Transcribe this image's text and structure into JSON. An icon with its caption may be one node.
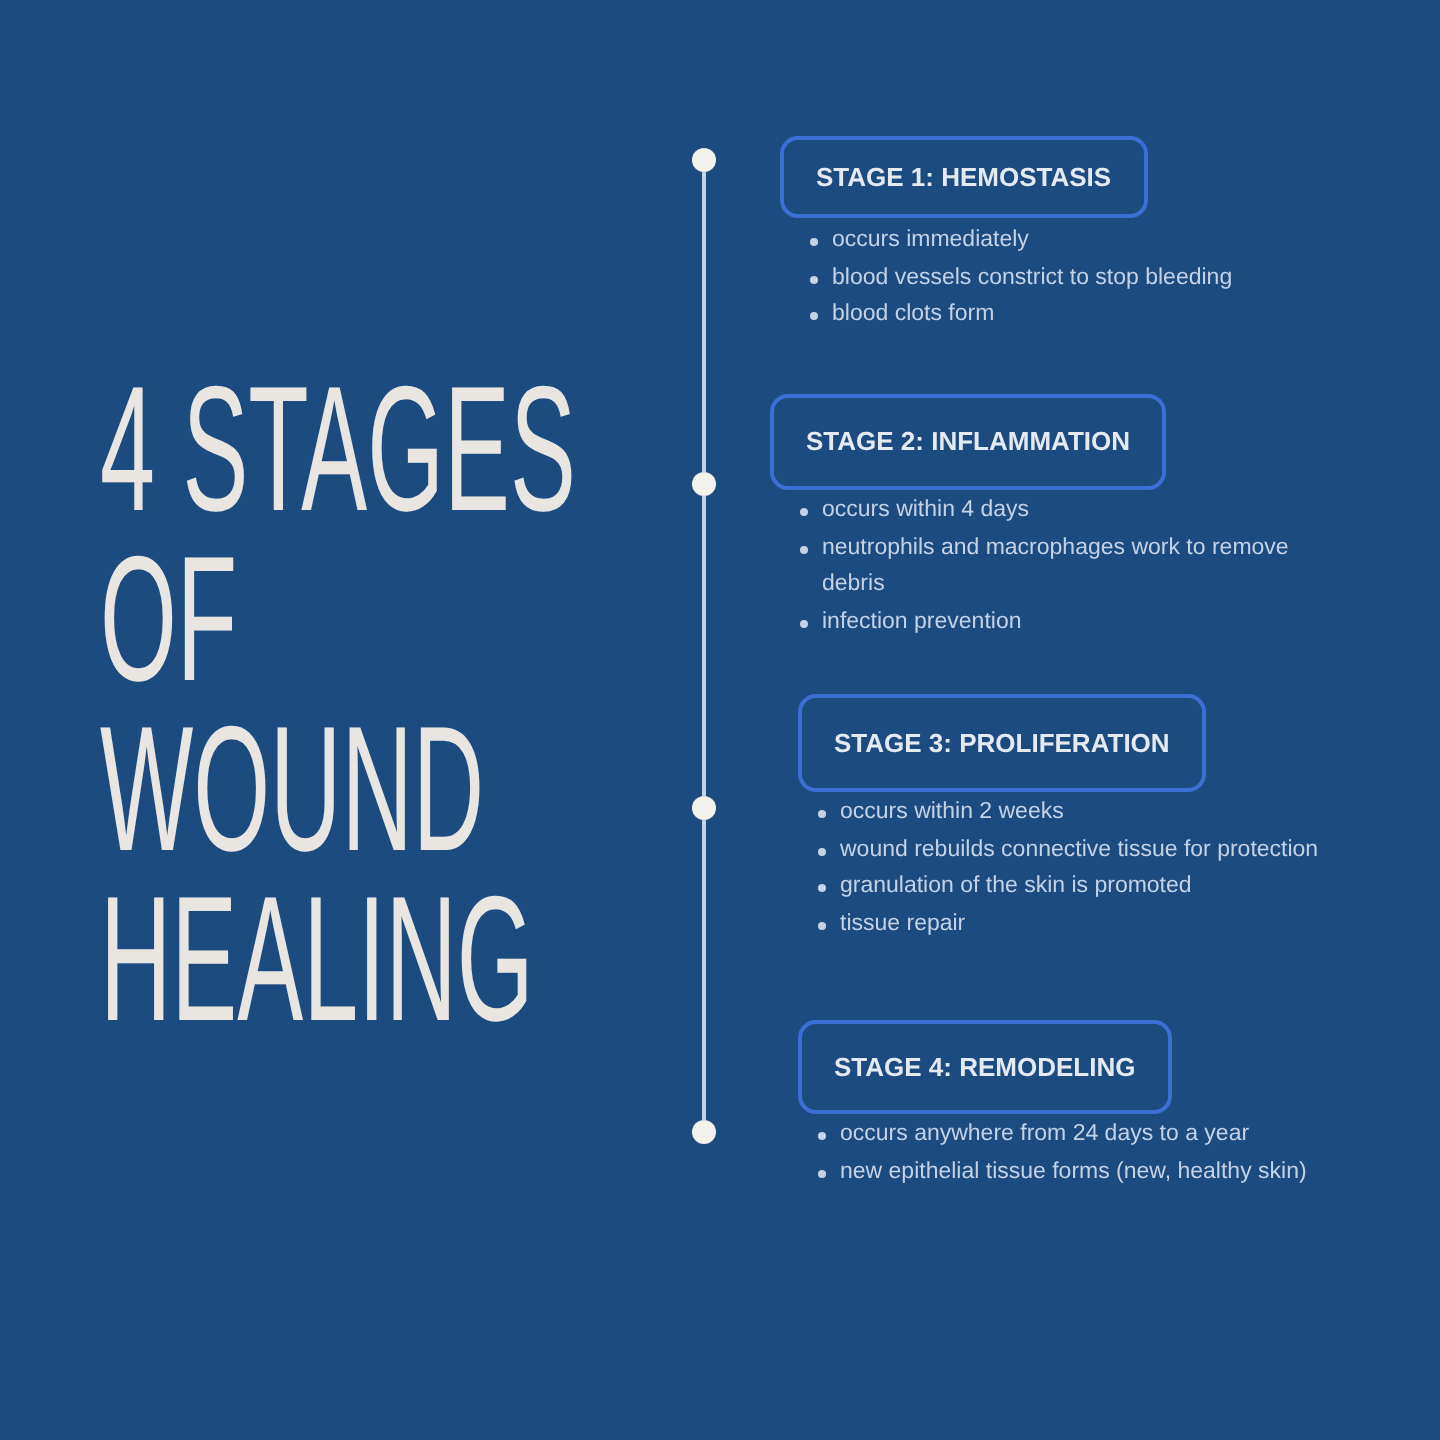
{
  "diagram": {
    "title": "4 STAGES OF WOUND HEALING",
    "nodes": [
      {
        "text": [],
        "shape": "circle"
      },
      {
        "text": [
          "STAGE 1: HEMOSTASIS"
        ],
        "beside": [
          "occurs immediately",
          "blood vessels constrict to stop bleeding",
          "blood clots form"
        ]
      },
      {
        "text": [],
        "shape": "circle"
      },
      {
        "text": [
          "STAGE 2: INFLAMMATION"
        ],
        "beside": [
          "occurs within 4 days",
          "neutrophils and macrophages work to remove debris",
          "infection prevention"
        ]
      },
      {
        "text": [],
        "shape": "circle"
      },
      {
        "text": [
          "STAGE 3: PROLIFERATION"
        ],
        "beside": [
          "occurs within 2 weeks",
          "wound rebuilds connective tissue for protection",
          "granulation of the skin is promoted",
          "tissue repair"
        ]
      },
      {
        "text": [],
        "shape": "circle"
      },
      {
        "text": [
          "STAGE 4: REMODELING"
        ],
        "beside": [
          "occurs anywhere from 24 days to a year",
          "new epithelial tissue forms (new, healthy skin)"
        ]
      }
    ],
    "edges": [
      {
        "from": 0,
        "to": 2,
        "arrow": "none"
      },
      {
        "from": 2,
        "to": 4,
        "arrow": "none"
      },
      {
        "from": 4,
        "to": 6,
        "arrow": "none"
      }
    ]
  }
}
